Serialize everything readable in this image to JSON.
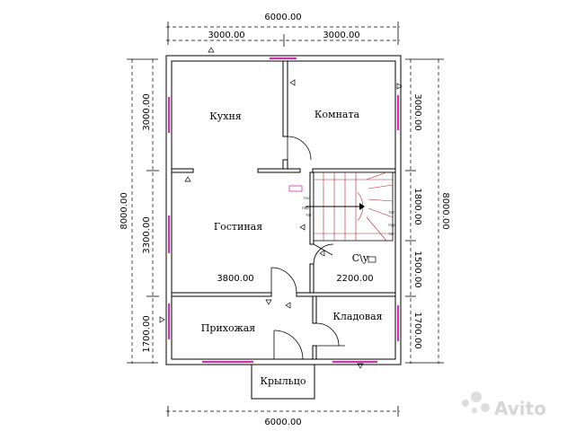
{
  "dimensions": {
    "top_total": "6000.00",
    "top_left": "3000.00",
    "top_right": "3000.00",
    "bottom_total": "6000.00",
    "left_total": "8000.00",
    "left_upper": "3000.00",
    "left_middle": "3300.00",
    "left_lower": "1700.00",
    "right_total": "8000.00",
    "right_upper": "3000.00",
    "right_middle": "1800.00",
    "right_middle2": "1500.00",
    "right_lower": "1700.00",
    "inner_left": "3800.00",
    "inner_right": "2200.00"
  },
  "rooms": {
    "kitchen": "Кухня",
    "room": "Комната",
    "living": "Гостиная",
    "wc": "С\\у",
    "hall": "Прихожая",
    "storage": "Кладовая",
    "porch": "Крыльцо"
  },
  "stairs": {
    "labels": [
      "пол",
      "пер",
      "тет",
      "тет",
      "пер",
      "тет"
    ]
  },
  "watermark": "Avito"
}
